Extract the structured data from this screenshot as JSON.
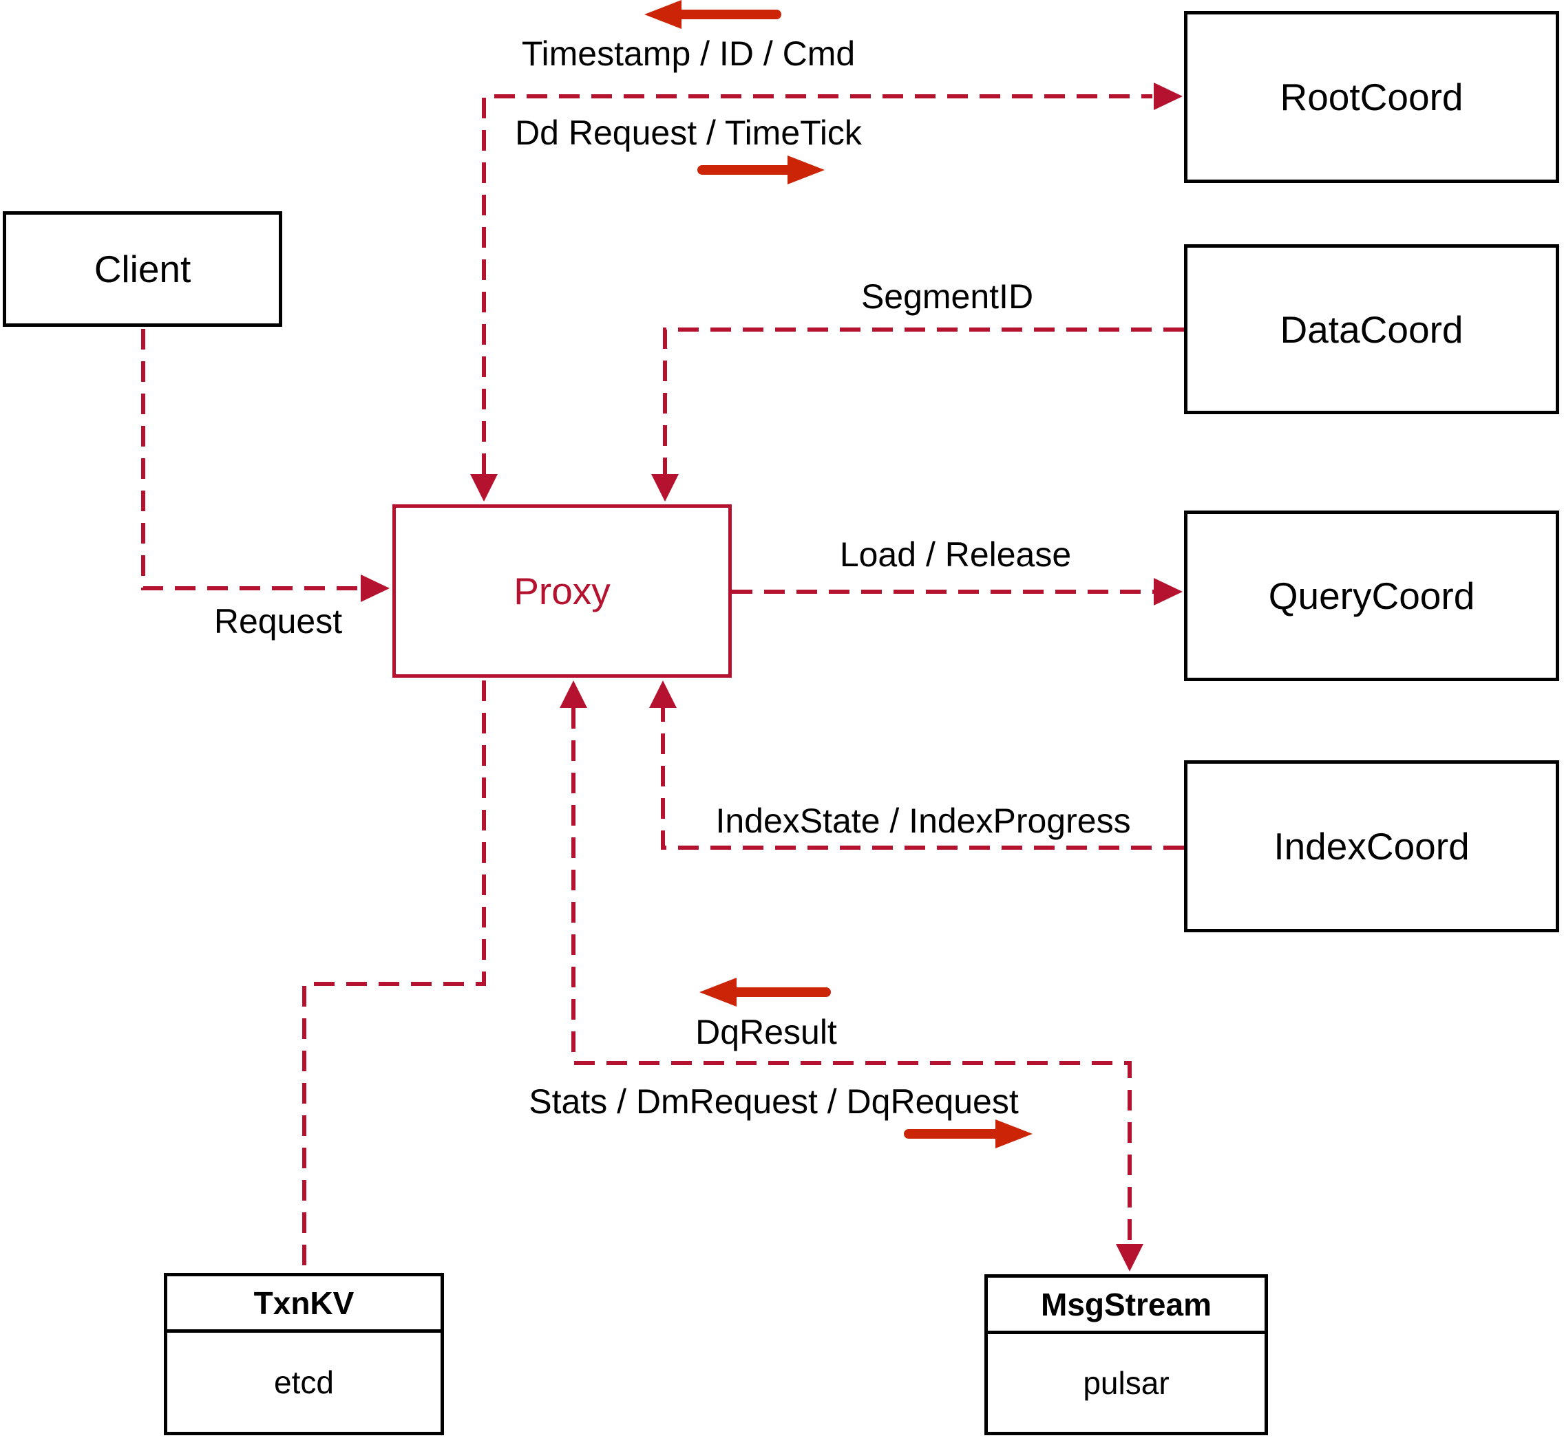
{
  "colors": {
    "line_red": "#b5122f",
    "arrow_red": "#cc2407",
    "box_border": "#000000"
  },
  "nodes": {
    "client": {
      "label": "Client"
    },
    "proxy": {
      "label": "Proxy"
    },
    "root_coord": {
      "label": "RootCoord"
    },
    "data_coord": {
      "label": "DataCoord"
    },
    "query_coord": {
      "label": "QueryCoord"
    },
    "index_coord": {
      "label": "IndexCoord"
    },
    "txn_kv": {
      "title": "TxnKV",
      "impl": "etcd"
    },
    "msg_stream": {
      "title": "MsgStream",
      "impl": "pulsar"
    }
  },
  "edges": {
    "timestamp": {
      "label": "Timestamp / ID / Cmd",
      "direction": "left-arrow"
    },
    "dd_request": {
      "label": "Dd Request / TimeTick",
      "direction": "right-arrow"
    },
    "segment_id": {
      "label": "SegmentID"
    },
    "load_release": {
      "label": "Load / Release"
    },
    "index_state": {
      "label": "IndexState / IndexProgress"
    },
    "dq_result": {
      "label": "DqResult",
      "direction": "left-arrow"
    },
    "stats": {
      "label": "Stats / DmRequest / DqRequest",
      "direction": "right-arrow"
    },
    "request": {
      "label": "Request"
    }
  }
}
